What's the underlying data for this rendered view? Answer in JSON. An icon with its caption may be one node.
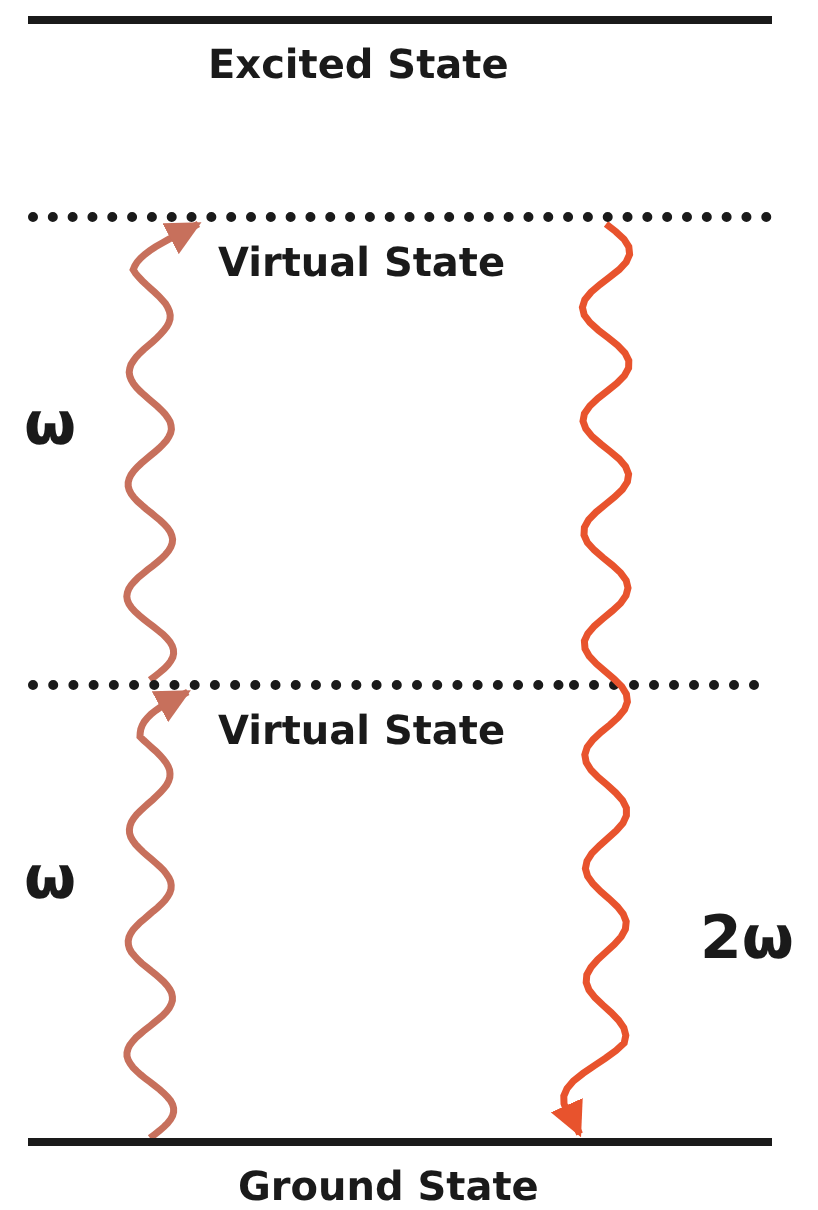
{
  "diagram": {
    "nodes": [
      {
        "text": [
          "Excited State"
        ]
      },
      {
        "text": [
          "Virtual State"
        ]
      },
      {
        "text": [
          "Virtual State"
        ]
      },
      {
        "text": [
          "Ground State"
        ]
      }
    ],
    "edges": [
      {
        "from": 3,
        "to": 2,
        "arrow": "to",
        "label": "ω"
      },
      {
        "from": 2,
        "to": 1,
        "arrow": "to",
        "label": "ω"
      },
      {
        "from": 1,
        "to": 3,
        "arrow": "to",
        "label": "2ω",
        "color": "#e8532d"
      }
    ]
  }
}
